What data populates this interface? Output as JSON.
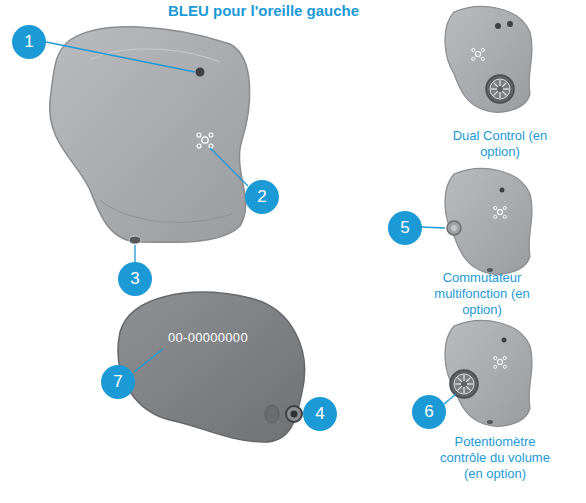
{
  "diagram": {
    "title": "BLEU pour l'oreille gauche",
    "labels": [
      "1",
      "2",
      "3",
      "7",
      "00-00000000",
      "4",
      "Dual Control (en option)",
      "5",
      "Commutateur multifonction (en option)",
      "6",
      "Potentiomètre contrôle du volume (en option)"
    ]
  }
}
